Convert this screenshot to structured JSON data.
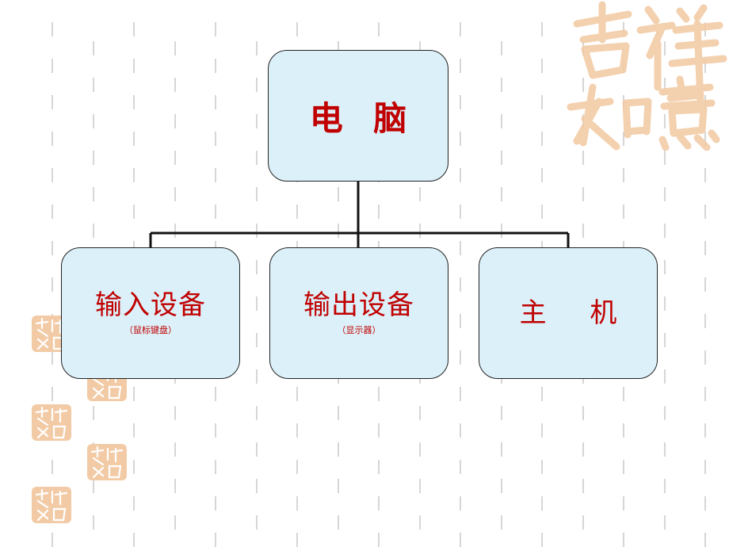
{
  "diagram": {
    "root": {
      "label": "电 脑"
    },
    "children": [
      {
        "label": "输入设备",
        "sub": "（鼠标键盘）"
      },
      {
        "label": "输出设备",
        "sub": "（显示器）"
      },
      {
        "label": "主 机"
      }
    ]
  },
  "decoration": {
    "seal_text": "吉祥如意",
    "seal_color": "#f2cba6",
    "line_color": "#d8d8d8",
    "box_fill": "#dcf0f9",
    "text_color": "#c00000"
  }
}
